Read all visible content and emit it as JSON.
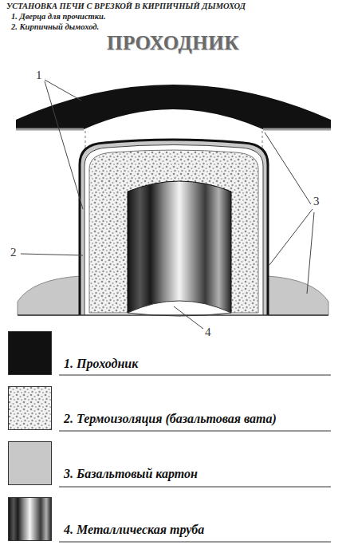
{
  "diagram": {
    "title": "ПРОХОДНИК",
    "labels": [
      "УСТАНОВКА ПЕЧИ С ВРЕЗКОЙ В КИРПИЧНЫЙ ДЫМОХОД",
      "1. Дверца для прочистки.",
      "2. Кирпичный дымоход.",
      "1",
      "2",
      "3",
      "4"
    ],
    "legend": [
      {
        "text": "1. Проходник",
        "color": "#111111"
      },
      {
        "text": "2. Термоизоляция (базальтовая вата)"
      },
      {
        "text": "3. Базальтовый картон",
        "color": "#c8c8c8"
      },
      {
        "text": "4. Металлическая труба"
      }
    ]
  }
}
